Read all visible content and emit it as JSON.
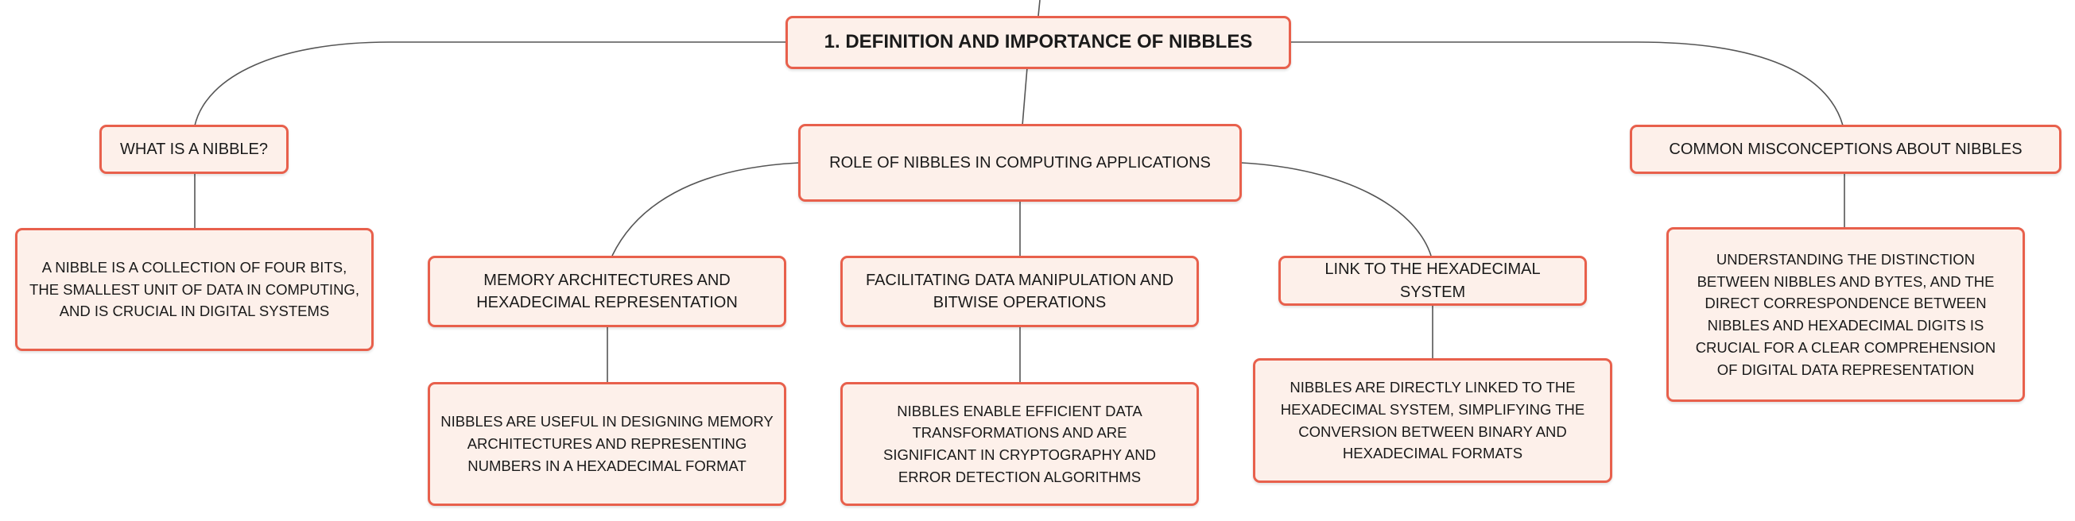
{
  "colors": {
    "node_fill": "#fdf0ea",
    "node_border": "#e8604c",
    "connector": "#555555",
    "text": "#1a1a1a"
  },
  "root": {
    "label": "1. DEFINITION AND IMPORTANCE OF NIBBLES"
  },
  "branches": [
    {
      "label": "WHAT IS A NIBBLE?",
      "detail": "A NIBBLE IS A COLLECTION OF FOUR BITS, THE SMALLEST UNIT OF DATA IN COMPUTING, AND IS CRUCIAL IN DIGITAL SYSTEMS"
    },
    {
      "label": "ROLE OF NIBBLES IN COMPUTING APPLICATIONS",
      "children": [
        {
          "label": "MEMORY ARCHITECTURES AND HEXADECIMAL REPRESENTATION",
          "detail": "NIBBLES ARE USEFUL IN DESIGNING MEMORY ARCHITECTURES AND REPRESENTING NUMBERS IN A HEXADECIMAL FORMAT"
        },
        {
          "label": "FACILITATING DATA MANIPULATION AND BITWISE OPERATIONS",
          "detail": "NIBBLES ENABLE EFFICIENT DATA TRANSFORMATIONS AND ARE SIGNIFICANT IN CRYPTOGRAPHY AND ERROR DETECTION ALGORITHMS"
        },
        {
          "label": "LINK TO THE HEXADECIMAL SYSTEM",
          "detail": "NIBBLES ARE DIRECTLY LINKED TO THE HEXADECIMAL SYSTEM, SIMPLIFYING THE CONVERSION BETWEEN BINARY AND HEXADECIMAL FORMATS"
        }
      ]
    },
    {
      "label": "COMMON MISCONCEPTIONS ABOUT NIBBLES",
      "detail": "UNDERSTANDING THE DISTINCTION BETWEEN NIBBLES AND BYTES, AND THE DIRECT CORRESPONDENCE BETWEEN NIBBLES AND HEXADECIMAL DIGITS IS CRUCIAL FOR A CLEAR COMPREHENSION OF DIGITAL DATA REPRESENTATION"
    }
  ]
}
